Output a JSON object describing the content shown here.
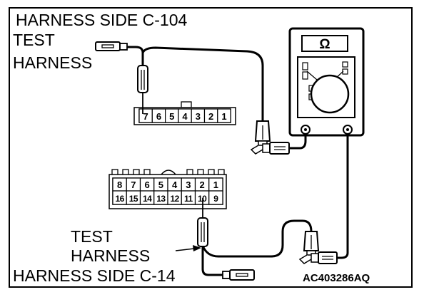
{
  "labels": {
    "harness_side_top": "HARNESS SIDE C-104",
    "test_harness_top_line1": "TEST",
    "test_harness_top_line2": "HARNESS",
    "test_harness_bottom_line1": "TEST",
    "test_harness_bottom_line2": "HARNESS",
    "harness_side_bottom": "HARNESS SIDE C-14",
    "figure_code": "AC403286AQ"
  },
  "meter": {
    "unit_symbol": "Ω",
    "icon": "ohmmeter-icon"
  },
  "connector_c104": {
    "pins": [
      "7",
      "6",
      "5",
      "4",
      "3",
      "2",
      "1"
    ]
  },
  "connector_c14": {
    "row1": [
      "8",
      "7",
      "6",
      "5",
      "4",
      "3",
      "2",
      "1"
    ],
    "row2": [
      "16",
      "15",
      "14",
      "13",
      "12",
      "11",
      "10",
      "9"
    ]
  }
}
